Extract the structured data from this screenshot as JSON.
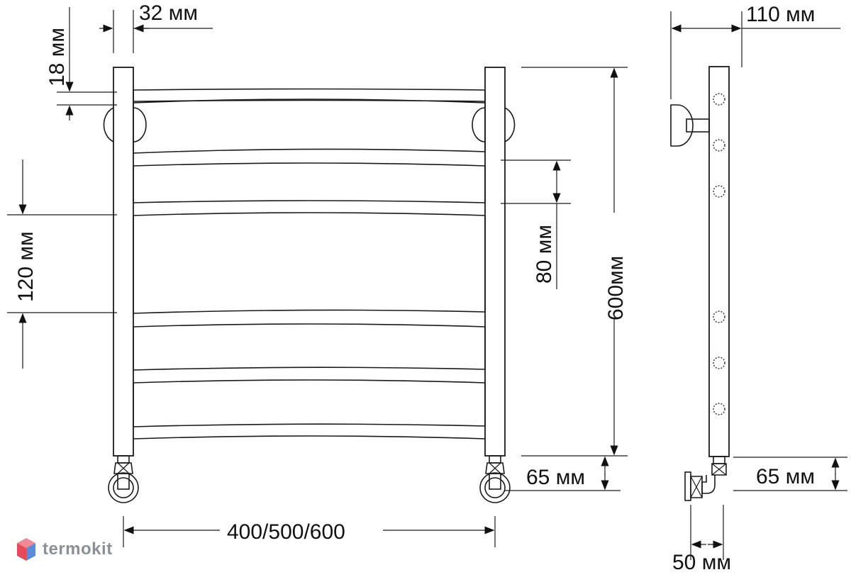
{
  "dimensions": {
    "pipe_width": "32 мм",
    "pipe_offset": "18 мм",
    "rung_spacing": "120 мм",
    "rung_height": "80 мм",
    "total_height": "600мм",
    "bottom_connection_front": "65 мм",
    "width_options": "400/500/600",
    "wall_distance": "110 мм",
    "bottom_connection_side": "65 мм",
    "fitting_offset": "50 мм"
  },
  "brand": {
    "name": "termokit"
  },
  "colors": {
    "line": "#1a1a1a",
    "brand_red": "#e8495a",
    "brand_blue": "#5b8bd6",
    "brand_text": "#8a8f99"
  }
}
